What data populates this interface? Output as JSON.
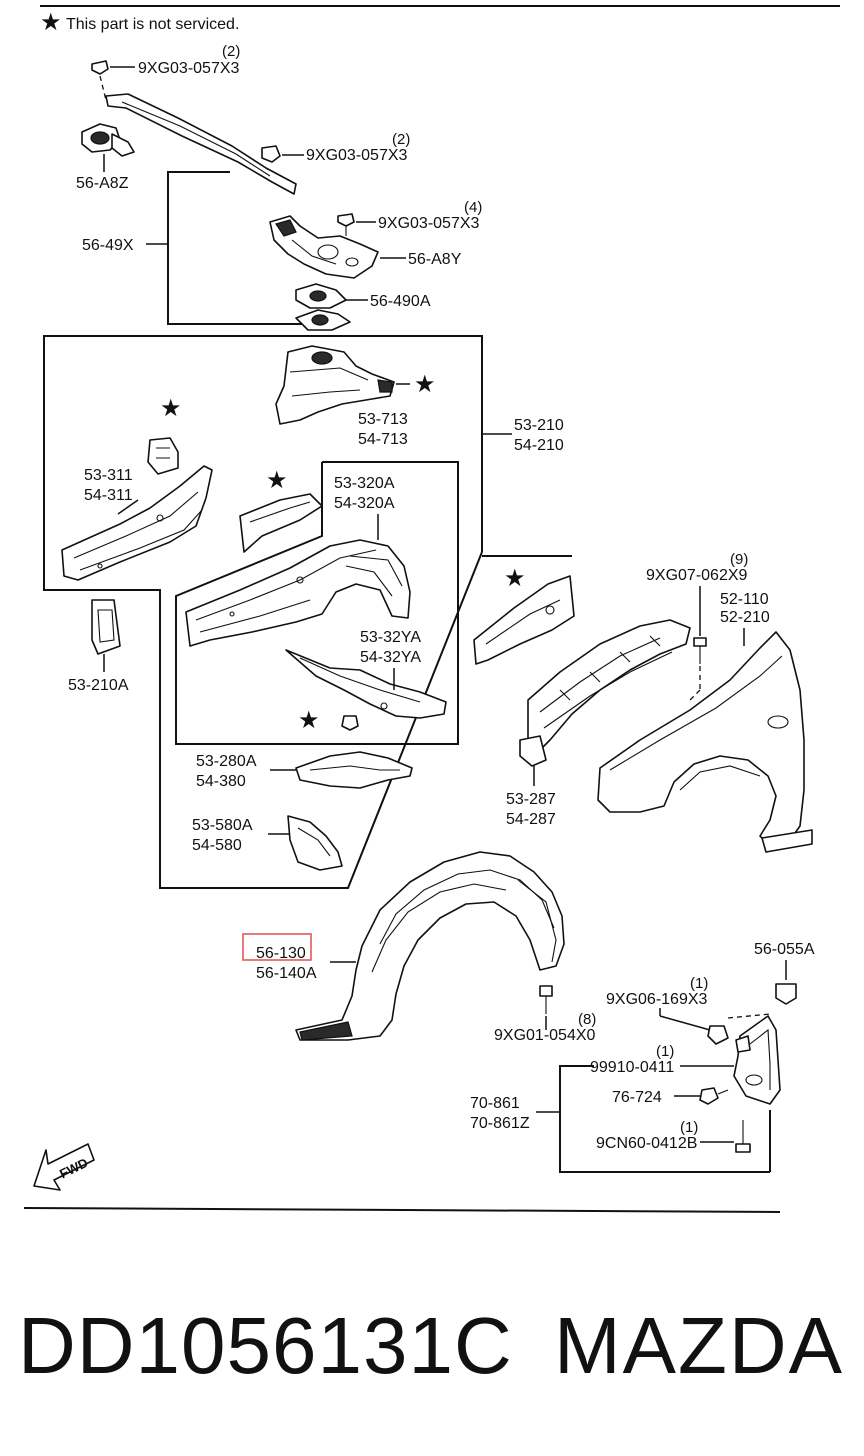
{
  "diagram": {
    "note_star": "★",
    "note_text": "This part is not serviced.",
    "highlight_color": "#e05a5a",
    "labels": {
      "top_bolt_1_code": "9XG03-057X3",
      "top_bolt_1_qty": "(2)",
      "mount_left": "56-A8Z",
      "top_bolt_2_code": "9XG03-057X3",
      "top_bolt_2_qty": "(2)",
      "brace_assy": "56-49X",
      "top_bolt_3_code": "9XG03-057X3",
      "top_bolt_3_qty": "(4)",
      "mount_right": "56-A8Y",
      "insulator": "56-490A",
      "tower_1": "53-713",
      "tower_2": "54-713",
      "apron_assy_1": "53-210",
      "apron_assy_2": "54-210",
      "frame_1": "53-311",
      "frame_2": "54-311",
      "apron_1": "53-320A",
      "apron_2": "54-320A",
      "bracket": "53-210A",
      "rail_1": "53-32YA",
      "rail_2": "54-32YA",
      "fender_bolt_code": "9XG07-062X9",
      "fender_bolt_qty": "(9)",
      "fender_1": "52-110",
      "fender_2": "52-210",
      "member_1": "53-280A",
      "member_2": "54-380",
      "gusset_1": "53-580A",
      "gusset_2": "54-580",
      "fender_bracket_1": "53-287",
      "fender_bracket_2": "54-287",
      "liner_1": "56-130",
      "liner_2": "56-140A",
      "clip": "56-055A",
      "screw_code": "9XG06-169X3",
      "screw_qty": "(1)",
      "liner_fastener_code": "9XG01-054X0",
      "liner_fastener_qty": "(8)",
      "flap_screw_code": "99910-0411",
      "flap_screw_qty": "(1)",
      "mudflap_1": "70-861",
      "mudflap_2": "70-861Z",
      "flap_nut": "76-724",
      "flap_bolt_code": "9CN60-0412B",
      "flap_bolt_qty": "(1)",
      "fwd": "FWD"
    }
  },
  "footer": {
    "part_number": "DD1056131C",
    "brand": "MAZDA"
  }
}
